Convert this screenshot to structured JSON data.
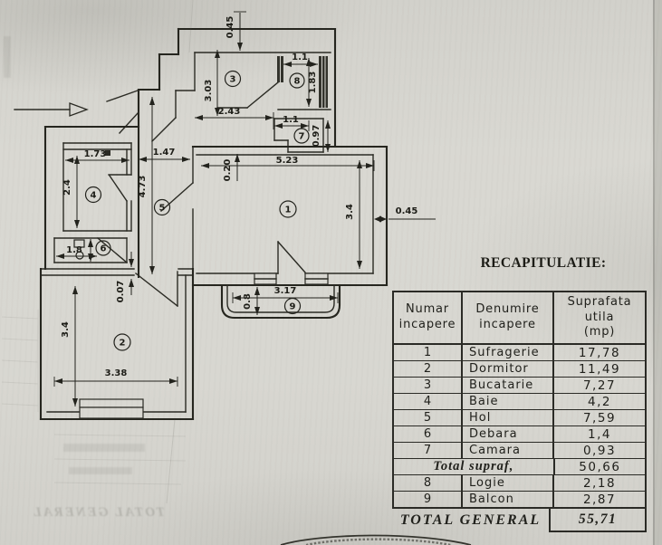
{
  "title": "RECAPITULATIE:",
  "plan": {
    "room_numbers": {
      "r1": "1",
      "r2": "2",
      "r3": "3",
      "r4": "4",
      "r5": "5",
      "r6": "6",
      "r7": "7",
      "r8": "8",
      "r9": "9"
    },
    "dims": {
      "top045": "0.45",
      "v303": "3.03",
      "h243": "2.43",
      "logie11": "1.1",
      "logie183": "1.83",
      "cam11": "1.1",
      "cam097": "0.97",
      "hol147": "1.47",
      "hol473": "4.73",
      "baie173": "1.73",
      "baie24": "2.4",
      "deb18": "1.8",
      "suf523": "5.23",
      "suf020": "0.20",
      "suf34": "3.4",
      "wall045": "0.45",
      "balc317": "3.17",
      "balc08": "0.8",
      "dorm34": "3.4",
      "dorm338": "3.38",
      "dorm007": "0.07"
    }
  },
  "table": {
    "headers": {
      "col1": [
        "Numar",
        "incapere"
      ],
      "col2": [
        "Denumire",
        "incapere"
      ],
      "col3": [
        "Suprafata",
        "utila",
        "(mp)"
      ]
    },
    "rows": [
      {
        "num": "1",
        "name": "Sufragerie",
        "area": "17,78"
      },
      {
        "num": "2",
        "name": "Dormitor",
        "area": "11,49"
      },
      {
        "num": "3",
        "name": "Bucatarie",
        "area": "7,27"
      },
      {
        "num": "4",
        "name": "Baie",
        "area": "4,2"
      },
      {
        "num": "5",
        "name": "Hol",
        "area": "7,59"
      },
      {
        "num": "6",
        "name": "Debara",
        "area": "1,4"
      },
      {
        "num": "7",
        "name": "Camara",
        "area": "0,93"
      },
      {
        "subtotal": true,
        "label": "Total supraf,",
        "area": "50,66"
      },
      {
        "num": "8",
        "name": "Logie",
        "area": "2,18"
      },
      {
        "num": "9",
        "name": "Balcon",
        "area": "2,87"
      }
    ],
    "total": {
      "label": "TOTAL GENERAL",
      "value": "55,71"
    }
  },
  "ghost": {
    "bleed_total": "TOTAL GENERAL"
  }
}
